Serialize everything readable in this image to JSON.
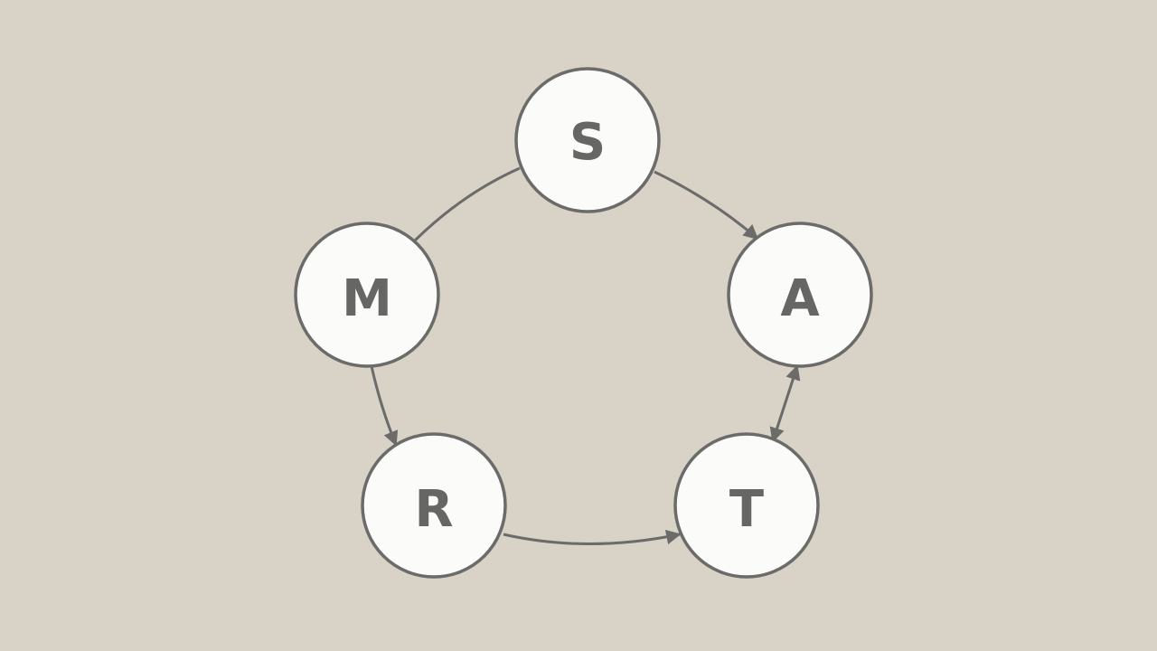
{
  "diagram": {
    "background": "#d9d2c7",
    "node_fill": "#fbfbfa",
    "stroke_color": "#6b6b69",
    "label_color": "#666664",
    "nodes": [
      {
        "id": "S",
        "label": "S"
      },
      {
        "id": "A",
        "label": "A"
      },
      {
        "id": "T",
        "label": "T"
      },
      {
        "id": "R",
        "label": "R"
      },
      {
        "id": "M",
        "label": "M"
      }
    ],
    "edges": [
      {
        "from": "S",
        "to": "A",
        "directed": true,
        "bidirectional": false
      },
      {
        "from": "A",
        "to": "T",
        "directed": true,
        "bidirectional": true
      },
      {
        "from": "R",
        "to": "T",
        "directed": true,
        "bidirectional": false
      },
      {
        "from": "M",
        "to": "R",
        "directed": true,
        "bidirectional": false
      },
      {
        "from": "M",
        "to": "S",
        "directed": false,
        "bidirectional": false
      }
    ]
  }
}
